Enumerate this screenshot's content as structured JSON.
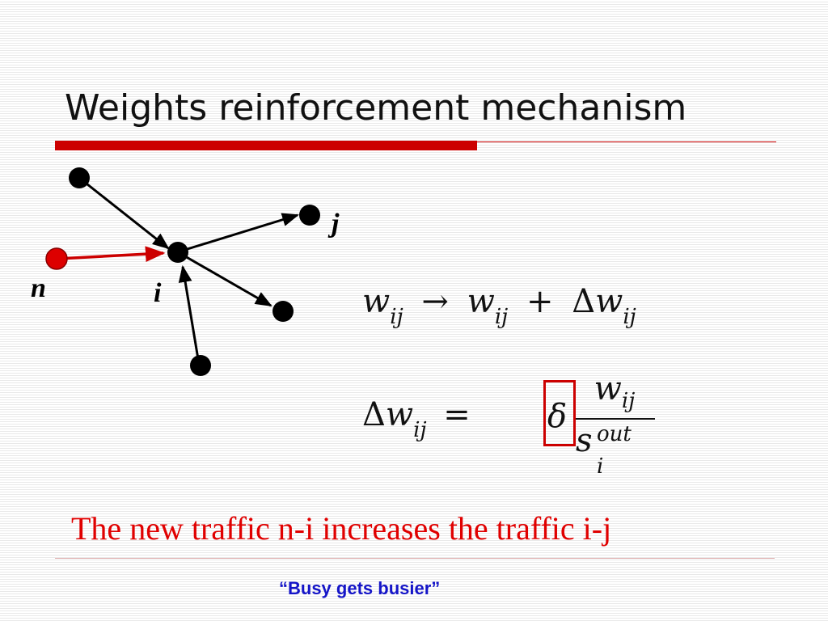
{
  "slide": {
    "title": "Weights reinforcement mechanism",
    "caption": "The new traffic n-i increases the traffic i-j",
    "footer": "“Busy gets busier”",
    "accent_color": "#cc0000",
    "footer_color": "#1515c8"
  },
  "graph": {
    "labels": {
      "n": "n",
      "i": "i",
      "j": "j"
    }
  },
  "equations": {
    "eq1": {
      "lhs": "w",
      "lhs_sub": "ij",
      "arrow": "→",
      "rhs": "w",
      "rhs_sub": "ij",
      "plus": "+",
      "delta": "Δ",
      "rhs2": "w",
      "rhs2_sub": "ij"
    },
    "eq2": {
      "delta": "Δ",
      "lhs": "w",
      "lhs_sub": "ij",
      "equals": "=",
      "factor": "δ",
      "num": "w",
      "num_sub": "ij",
      "den": "s",
      "den_sup": "out",
      "den_sub": "i"
    }
  }
}
